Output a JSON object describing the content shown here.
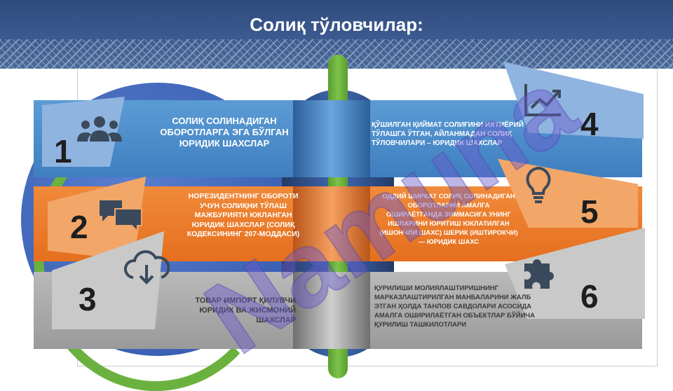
{
  "title": "Солиқ тўловчилар:",
  "blocks": [
    {
      "number": "1",
      "text": "СОЛИҚ СОЛИНАДИГАН ОБОРОТЛАРГА ЭГА БЎЛГАН ЮРИДИК ШАХСЛАР",
      "icon": "people-group-icon"
    },
    {
      "number": "2",
      "text": "НОРЕЗИДЕНТНИНГ ОБОРОТИ УЧУН СОЛИҚНИ ТЎЛАШ МАЖБУРИЯТИ ЮКЛАНГАН ЮРИДИК ШАХСЛАР (СОЛИҚ КОДЕКСИНИНГ 207-МОДДАСИ)",
      "icon": "chat-bubbles-icon"
    },
    {
      "number": "3",
      "text": "ТОВАР ИМПОРТ ҚИЛУВЧИ ЮРИДИК ВА ЖИСМОНИЙ ШАХСЛАР",
      "icon": "cloud-download-icon"
    },
    {
      "number": "4",
      "text": "ҚЎШИЛГАН ҚИЙМАТ СОЛИҒИНИ ИХТИЁРИЙ ТЎЛАШГА ЎТГАН, АЙЛАНМАДАН СОЛИҚ ТЎЛОВЧИЛАРИ – ЮРИДИК ШАХСЛАР",
      "icon": "line-chart-icon"
    },
    {
      "number": "5",
      "text": "ОДДИЙ ШИРКАТ СОЛИҚ СОЛИНАДИГАН ОБОРОТЛАРНИ АМАЛГА ОШИРАЁТГАНДА ЗИММАСИГА УНИНГ ИШЛАРИНИ ЮРИТИШ ЮКЛАТИЛГАН (ИШОНЧЛИ ШАХС) ШЕРИК (ИШТИРОКЧИ) — ЮРИДИК ШАХС",
      "icon": "lightbulb-icon"
    },
    {
      "number": "6",
      "text": "ҚУРИЛИШИ МОЛИЯЛАШТИРИШНИНГ МАРКАЗЛАШТИРИЛГАН МАНБАЛАРИНИ ЖАЛБ ЭТГАН ҲОЛДА ТАНЛОВ САВДОЛАРИ АСОСИДА АМАЛГА ОШИРИЛАЁТГАН ОБЪЕКТЛАР БЎЙИЧА ҚУРИЛИШ ТАШКИЛОТЛАРИ",
      "icon": "puzzle-icon"
    }
  ],
  "watermark": "Namuna",
  "colors": {
    "header": "#3c5a8f",
    "blue": "#5b9bd5",
    "orange": "#ed7d31",
    "gray": "#a5a5a5",
    "green": "#6bb13f"
  }
}
